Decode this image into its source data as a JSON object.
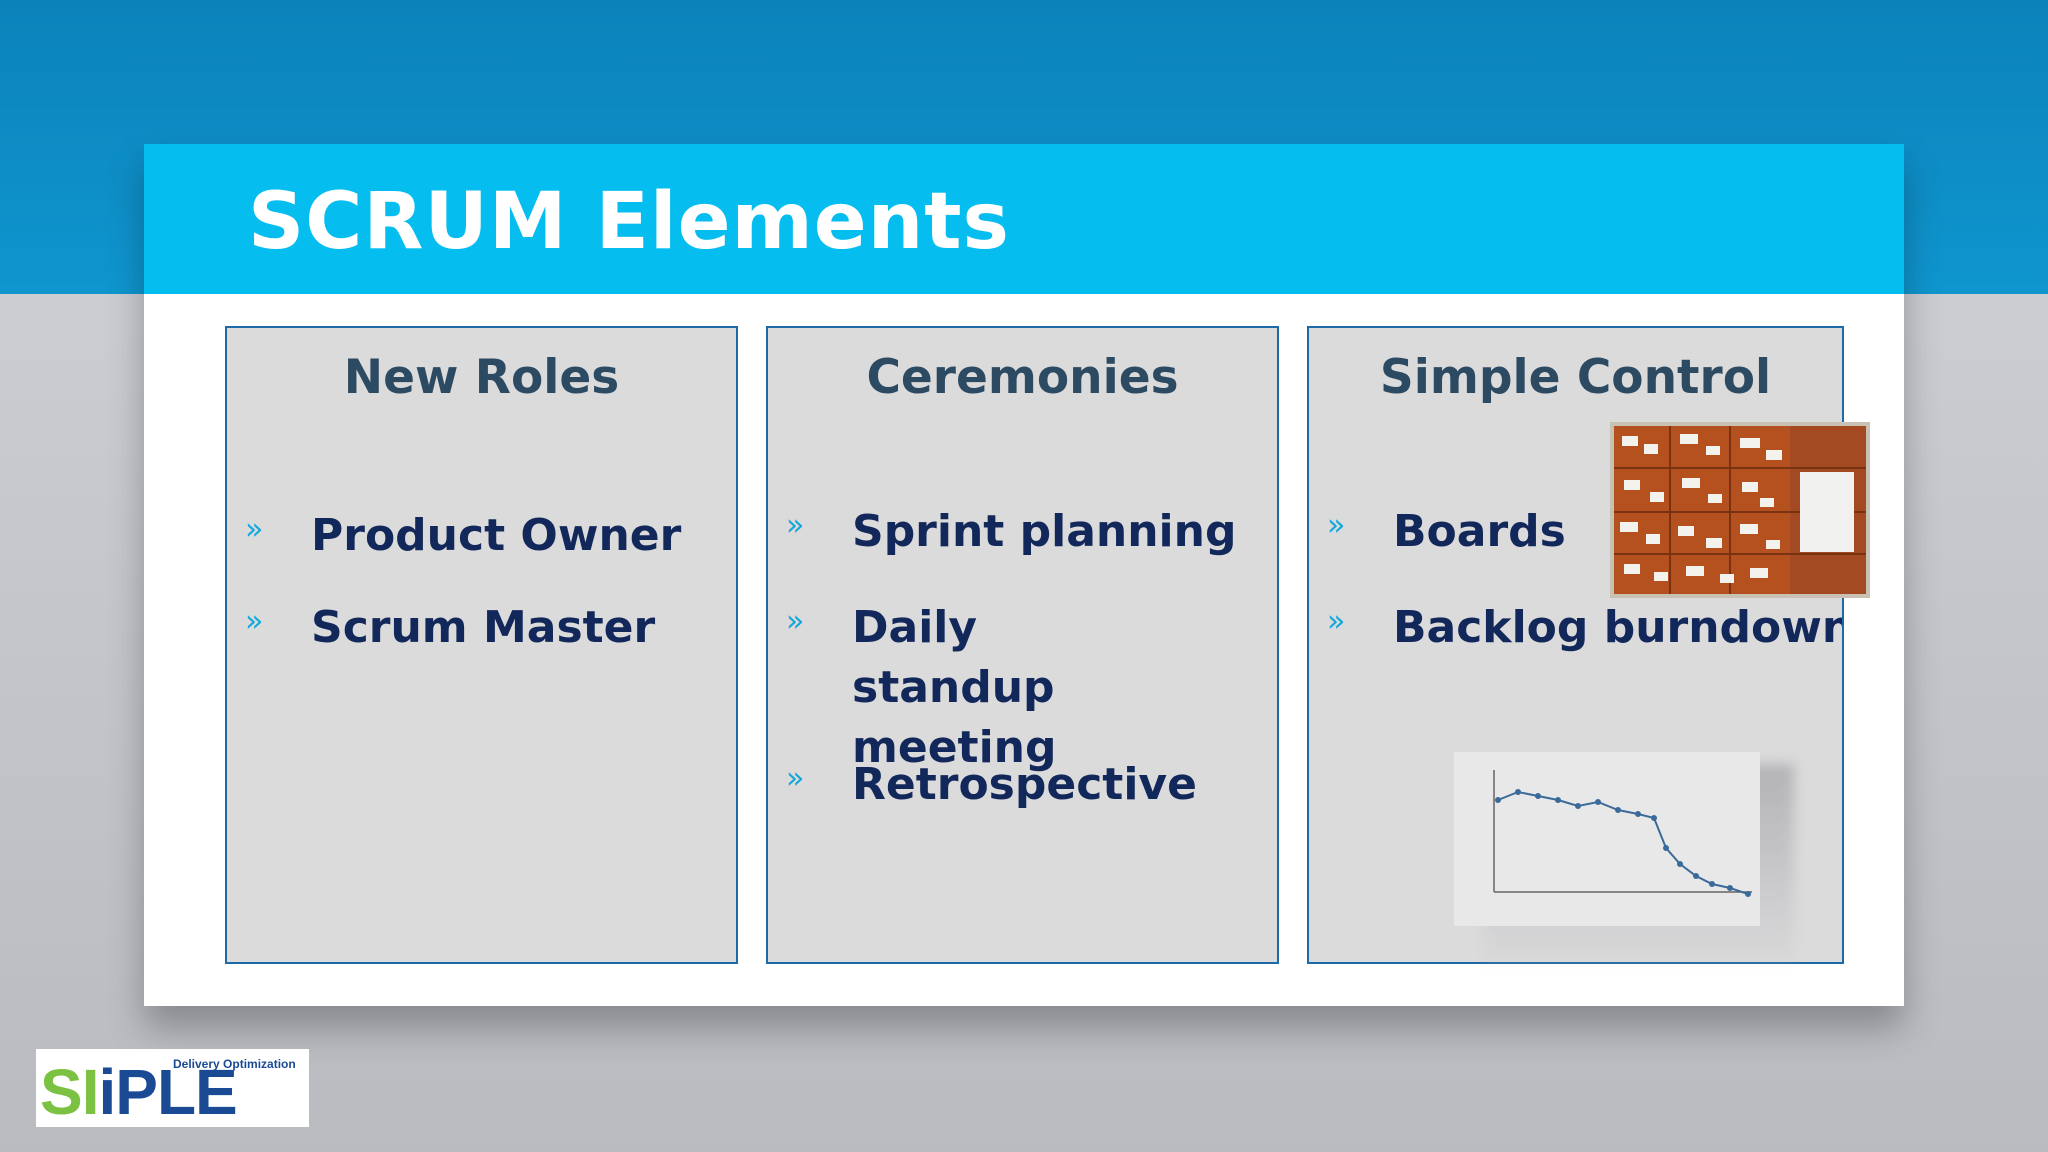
{
  "slide": {
    "title": "SCRUM Elements",
    "bullet_glyph": "»",
    "columns": [
      {
        "heading": "New Roles",
        "items": [
          "Product Owner",
          "Scrum  Master"
        ]
      },
      {
        "heading": "Ceremonies",
        "items": [
          "Sprint planning",
          "Daily standup meeting",
          "Retrospective"
        ]
      },
      {
        "heading": "Simple Control",
        "items": [
          "Boards",
          "Backlog burndown"
        ]
      }
    ]
  },
  "images": {
    "board_photo": "scrum-board-photo",
    "burndown_chart": "burndown-chart-thumbnail"
  },
  "logo": {
    "text_s": "SI",
    "text_m": "iPLE",
    "tagline": "Delivery Optimization"
  },
  "colors": {
    "header_band": "#0f96cf",
    "title_bar": "#06bdf0",
    "column_bg": "#dcdbdc",
    "column_border": "#1e6aa6",
    "heading_text": "#2d4a63",
    "bullet_text": "#12285a",
    "chevron": "#14a7dc"
  }
}
